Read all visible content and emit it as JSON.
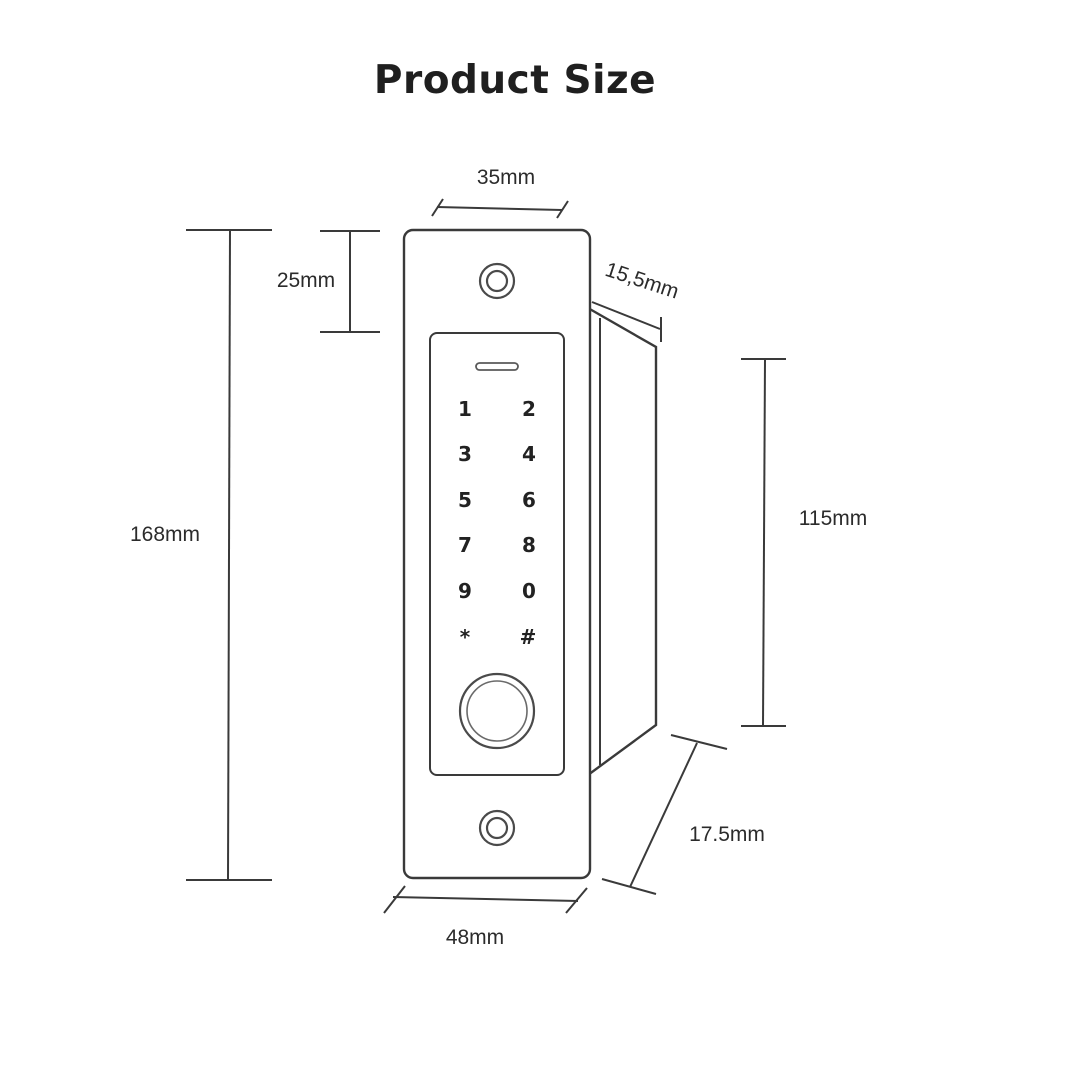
{
  "title": "Product Size",
  "dimensions": {
    "top_width": "35mm",
    "top_offset": "25mm",
    "depth_top": "15,5mm",
    "total_height": "168mm",
    "side_height": "115mm",
    "depth_bottom": "17.5mm",
    "bottom_width": "48mm"
  },
  "keypad": {
    "keys": [
      "1",
      "2",
      "3",
      "4",
      "5",
      "6",
      "7",
      "8",
      "9",
      "0",
      "*",
      "#"
    ]
  },
  "colors": {
    "line": "#3a3a3a",
    "text": "#2b2b2b",
    "title": "#1f1f1f"
  },
  "icons": [
    "screw-hole-icon",
    "led-indicator-icon",
    "fingerprint-sensor-icon"
  ]
}
